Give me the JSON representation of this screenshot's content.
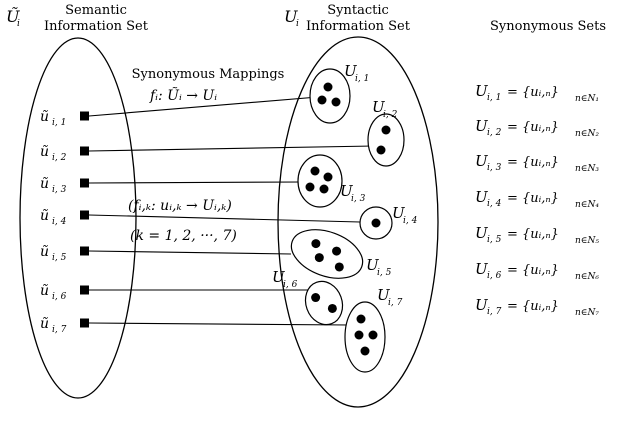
{
  "header": {
    "semantic_symbol": "Ũ",
    "semantic_symbol_sub": "i",
    "semantic_line1": "Semantic",
    "semantic_line2": "Information Set",
    "syntactic_symbol": "U",
    "syntactic_symbol_sub": "i",
    "syntactic_line1": "Syntactic",
    "syntactic_line2": "Information Set",
    "synonymous_sets_title": "Synonymous Sets"
  },
  "mapping": {
    "title": "Synonymous Mappings",
    "formula": "fᵢ: Ũᵢ → Uᵢ",
    "sub_formula": "(fᵢ,ₖ: uᵢ,ₖ → Uᵢ,ₖ)",
    "range": "(k = 1, 2, ···, 7)"
  },
  "semantic_elements": [
    {
      "label": "ũ",
      "sub": "i, 1"
    },
    {
      "label": "ũ",
      "sub": "i, 2"
    },
    {
      "label": "ũ",
      "sub": "i, 3"
    },
    {
      "label": "ũ",
      "sub": "i, 4"
    },
    {
      "label": "ũ",
      "sub": "i, 5"
    },
    {
      "label": "ũ",
      "sub": "i, 6"
    },
    {
      "label": "ũ",
      "sub": "i, 7"
    }
  ],
  "syntactic_sets": [
    {
      "label": "U",
      "sub": "i, 1",
      "points": 3
    },
    {
      "label": "U",
      "sub": "i, 2",
      "points": 2
    },
    {
      "label": "U",
      "sub": "i, 3",
      "points": 4
    },
    {
      "label": "U",
      "sub": "i, 4",
      "points": 1
    },
    {
      "label": "U",
      "sub": "i, 5",
      "points": 4
    },
    {
      "label": "U",
      "sub": "i, 6",
      "points": 2
    },
    {
      "label": "U",
      "sub": "i, 7",
      "points": 4
    }
  ],
  "synonymous_sets": [
    {
      "lhs": "U",
      "lhs_sub": "i, 1",
      "rhs": "= {uᵢ,ₙ}",
      "cond": "n∈N₁"
    },
    {
      "lhs": "U",
      "lhs_sub": "i, 2",
      "rhs": "= {uᵢ,ₙ}",
      "cond": "n∈N₂"
    },
    {
      "lhs": "U",
      "lhs_sub": "i, 3",
      "rhs": "= {uᵢ,ₙ}",
      "cond": "n∈N₃"
    },
    {
      "lhs": "U",
      "lhs_sub": "i, 4",
      "rhs": "= {uᵢ,ₙ}",
      "cond": "n∈N₄"
    },
    {
      "lhs": "U",
      "lhs_sub": "i, 5",
      "rhs": "= {uᵢ,ₙ}",
      "cond": "n∈N₅"
    },
    {
      "lhs": "U",
      "lhs_sub": "i, 6",
      "rhs": "= {uᵢ,ₙ}",
      "cond": "n∈N₆"
    },
    {
      "lhs": "U",
      "lhs_sub": "i, 7",
      "rhs": "= {uᵢ,ₙ}",
      "cond": "n∈N₇"
    }
  ]
}
